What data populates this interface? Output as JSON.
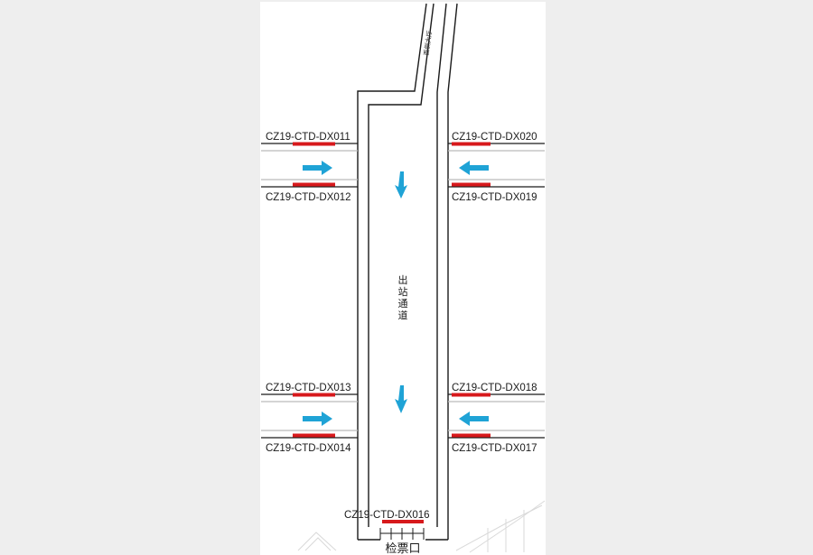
{
  "colors": {
    "background": "#eeeeee",
    "panel": "#ffffff",
    "wall": "#1a1a1a",
    "device_bar": "#d7191c",
    "arrow": "#1fa3d6"
  },
  "diagram": {
    "corridor_label": [
      "出",
      "站",
      "通",
      "道"
    ],
    "top_passage_label": "西侧大厅",
    "gate_label": "检票口",
    "devices": {
      "dx011": "CZ19-CTD-DX011",
      "dx012": "CZ19-CTD-DX012",
      "dx013": "CZ19-CTD-DX013",
      "dx014": "CZ19-CTD-DX014",
      "dx016": "CZ19-CTD-DX016",
      "dx017": "CZ19-CTD-DX017",
      "dx018": "CZ19-CTD-DX018",
      "dx019": "CZ19-CTD-DX019",
      "dx020": "CZ19-CTD-DX020"
    },
    "arrow_icons": {
      "left_side": "arrow-right-icon",
      "right_side": "arrow-left-icon",
      "corridor": "arrow-down-icon"
    }
  }
}
